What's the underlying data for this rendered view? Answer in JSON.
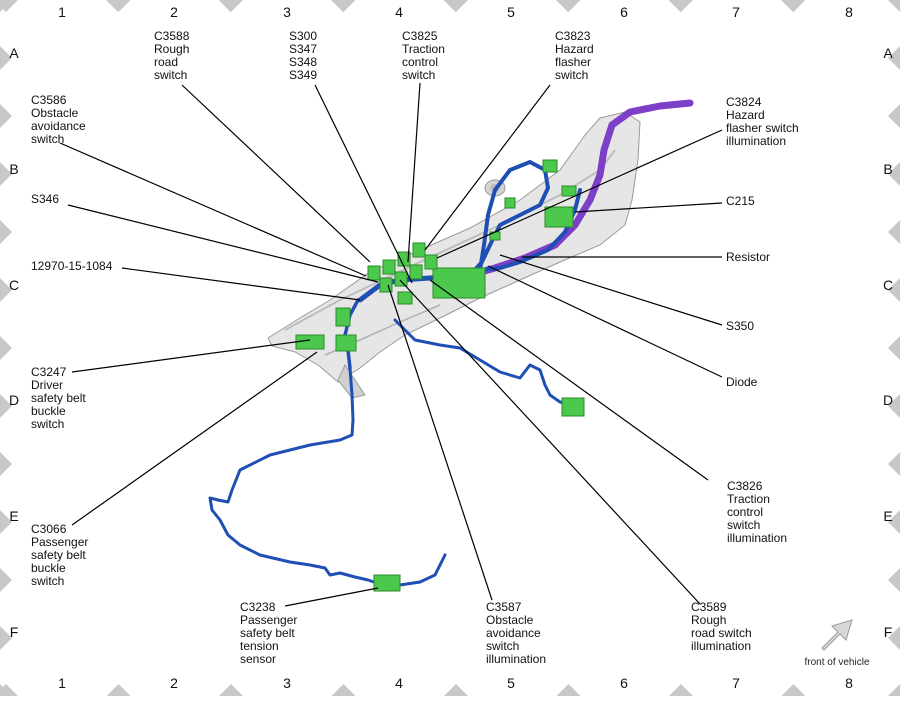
{
  "grid": {
    "columns": [
      "1",
      "2",
      "3",
      "4",
      "5",
      "6",
      "7",
      "8"
    ],
    "rows": [
      "A",
      "B",
      "C",
      "D",
      "E",
      "F"
    ]
  },
  "labels": {
    "c3588": [
      "C3588",
      "Rough",
      "road",
      "switch"
    ],
    "s300": [
      "S300",
      "S347",
      "S348",
      "S349"
    ],
    "c3825": [
      "C3825",
      "Traction",
      "control",
      "switch"
    ],
    "c3823": [
      "C3823",
      "Hazard",
      "flasher",
      "switch"
    ],
    "c3586": [
      "C3586",
      "Obstacle",
      "avoidance",
      "switch"
    ],
    "c3824": [
      "C3824",
      "Hazard",
      "flasher switch",
      "illumination"
    ],
    "s346": [
      "S346"
    ],
    "c215": [
      "C215"
    ],
    "resistor": [
      "Resistor"
    ],
    "part_num": [
      "12970-15-1084"
    ],
    "s350": [
      "S350"
    ],
    "c3247": [
      "C3247",
      "Driver",
      "safety belt",
      "buckle",
      "switch"
    ],
    "diode": [
      "Diode"
    ],
    "c3826": [
      "C3826",
      "Traction",
      "control",
      "switch",
      "illumination"
    ],
    "c3066": [
      "C3066",
      "Passenger",
      "safety belt",
      "buckle",
      "switch"
    ],
    "c3238": [
      "C3238",
      "Passenger",
      "safety belt",
      "tension",
      "sensor"
    ],
    "c3587": [
      "C3587",
      "Obstacle",
      "avoidance",
      "switch",
      "illumination"
    ],
    "c3589": [
      "C3589",
      "Rough",
      "road switch",
      "illumination"
    ]
  },
  "front_of_vehicle": "front of vehicle",
  "colors": {
    "harness_blue": "#1f4fb5",
    "harness_purple": "#7d3fc8",
    "connector_green": "#4cc84c",
    "console_gray": "#e4e4e4",
    "border_diamond": "#c8c8c8"
  }
}
